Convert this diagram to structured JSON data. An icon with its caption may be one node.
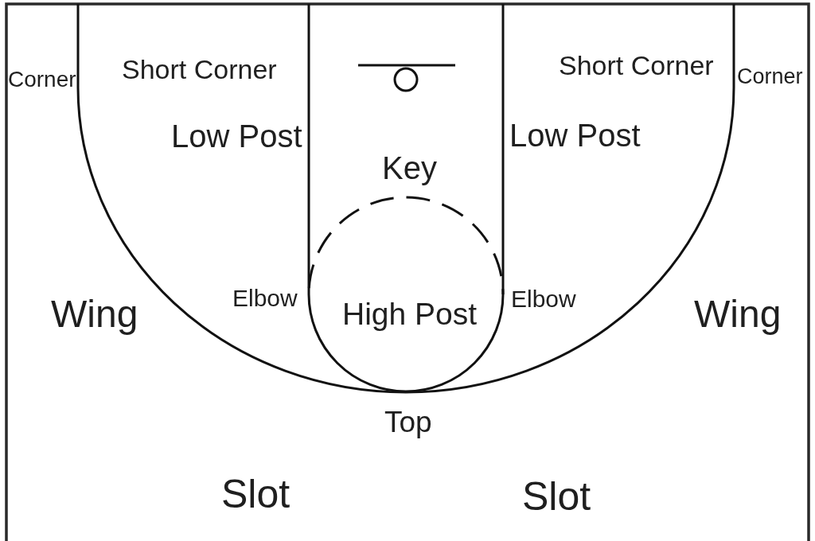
{
  "diagram": {
    "labels": [
      "Corner",
      "Short Corner",
      "Short Corner",
      "Corner",
      "Low Post",
      "Low Post",
      "Key",
      "Wing",
      "Elbow",
      "High Post",
      "Elbow",
      "Wing",
      "Top",
      "Slot",
      "Slot"
    ]
  }
}
